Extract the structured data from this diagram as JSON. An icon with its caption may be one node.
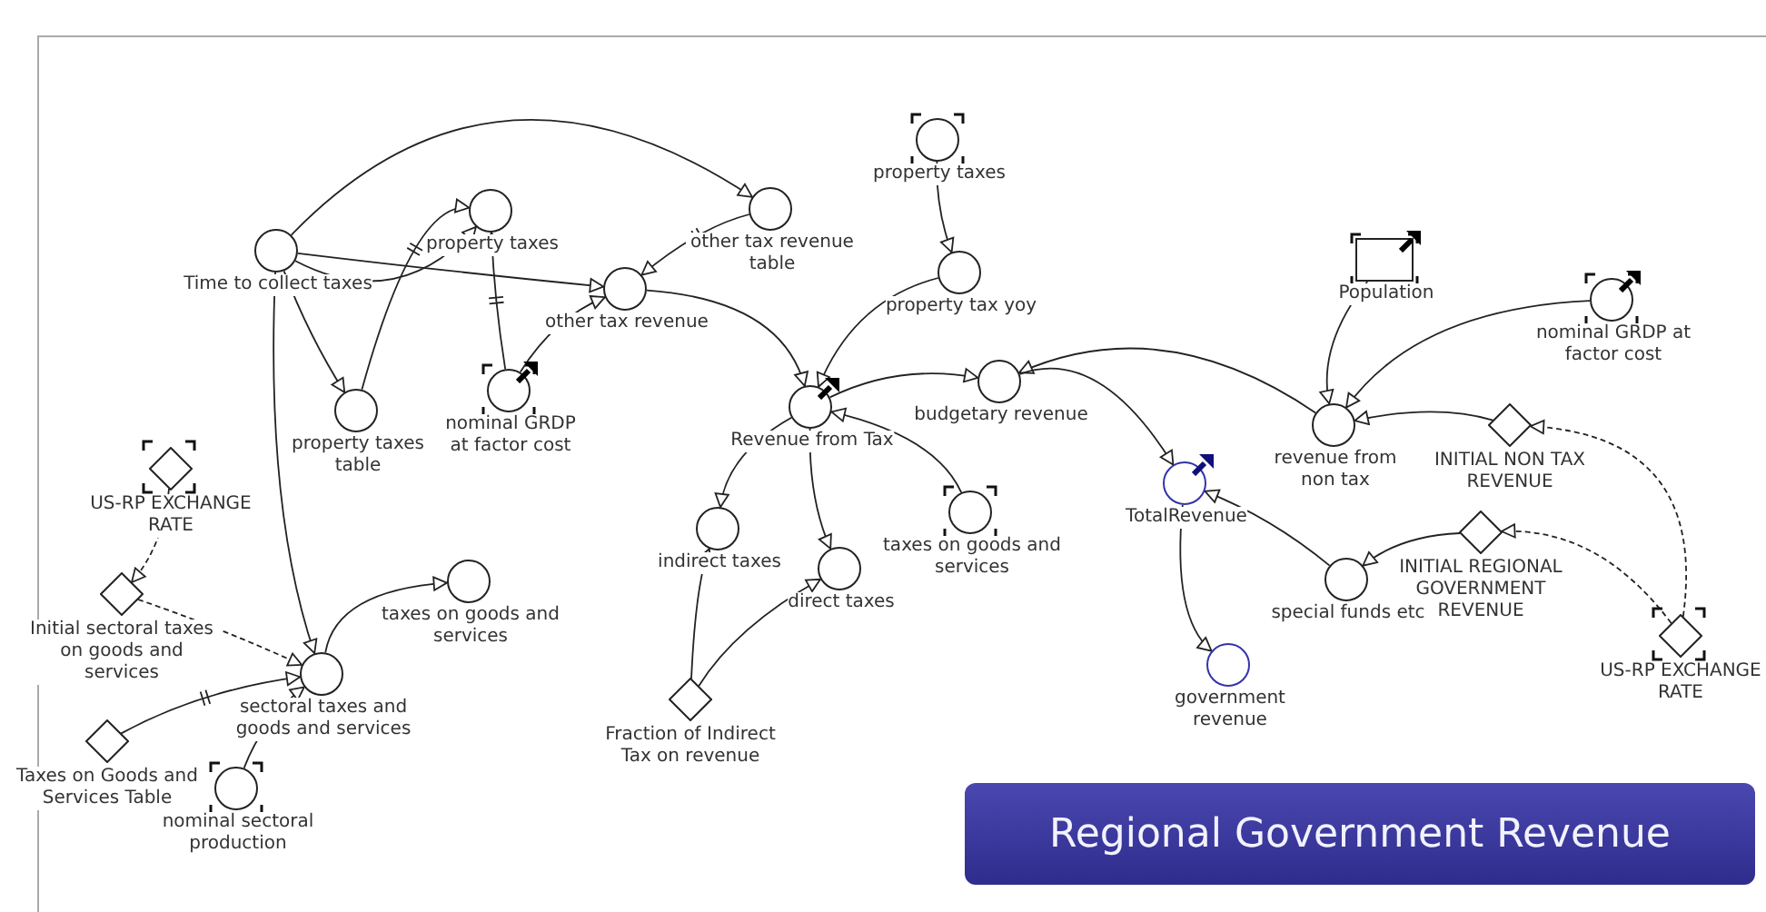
{
  "diagram": {
    "title": "Regional Government Revenue",
    "nodes": [
      {
        "text": [
          "Time to collect taxes"
        ]
      },
      {
        "text": [
          "property taxes"
        ]
      },
      {
        "text": [
          "property taxes table"
        ]
      },
      {
        "text": [
          "nominal GRDP at factor cost"
        ]
      },
      {
        "text": [
          "other tax revenue table"
        ]
      },
      {
        "text": [
          "other tax revenue"
        ]
      },
      {
        "text": [
          "US-RP EXCHANGE RATE"
        ]
      },
      {
        "text": [
          "Initial sectoral taxes on goods and services"
        ]
      },
      {
        "text": [
          "Taxes on Goods and Services Table"
        ]
      },
      {
        "text": [
          "nominal sectoral production"
        ]
      },
      {
        "text": [
          "sectoral taxes and goods and services"
        ]
      },
      {
        "text": [
          "taxes on goods and services"
        ]
      },
      {
        "text": [
          "property taxes"
        ]
      },
      {
        "text": [
          "property tax yoy"
        ]
      },
      {
        "text": [
          "Revenue from Tax"
        ]
      },
      {
        "text": [
          "budgetary revenue"
        ]
      },
      {
        "text": [
          "indirect taxes"
        ]
      },
      {
        "text": [
          "direct taxes"
        ]
      },
      {
        "text": [
          "taxes on goods and services"
        ]
      },
      {
        "text": [
          "Fraction of Indirect Tax on revenue"
        ]
      },
      {
        "text": [
          "Population"
        ]
      },
      {
        "text": [
          "nominal GRDP at factor cost"
        ]
      },
      {
        "text": [
          "revenue from non tax"
        ]
      },
      {
        "text": [
          "INITIAL NON TAX REVENUE"
        ]
      },
      {
        "text": [
          "TotalRevenue"
        ]
      },
      {
        "text": [
          "INITIAL REGIONAL GOVERNMENT REVENUE"
        ]
      },
      {
        "text": [
          "special funds etc"
        ]
      },
      {
        "text": [
          "US-RP EXCHANGE RATE"
        ]
      },
      {
        "text": [
          "government revenue"
        ]
      }
    ],
    "edges": [
      {
        "from": 0,
        "to": 4,
        "arrow": "to"
      },
      {
        "from": 0,
        "to": 5,
        "arrow": "to"
      },
      {
        "from": 0,
        "to": 1,
        "arrow": "to"
      },
      {
        "from": 0,
        "to": 2,
        "arrow": "to"
      },
      {
        "from": 2,
        "to": 1,
        "arrow": "to"
      },
      {
        "from": 3,
        "to": 1,
        "arrow": "to"
      },
      {
        "from": 3,
        "to": 5,
        "arrow": "to"
      },
      {
        "from": 4,
        "to": 5,
        "arrow": "to"
      },
      {
        "from": 5,
        "to": 14,
        "arrow": "to"
      },
      {
        "from": 12,
        "to": 13,
        "arrow": "to"
      },
      {
        "from": 13,
        "to": 14,
        "arrow": "to"
      },
      {
        "from": 14,
        "to": 15,
        "arrow": "to"
      },
      {
        "from": 18,
        "to": 14,
        "arrow": "to"
      },
      {
        "from": 14,
        "to": 16,
        "arrow": "to"
      },
      {
        "from": 14,
        "to": 17,
        "arrow": "to"
      },
      {
        "from": 19,
        "to": 16,
        "arrow": "to"
      },
      {
        "from": 19,
        "to": 17,
        "arrow": "to"
      },
      {
        "from": 22,
        "to": 15,
        "arrow": "to"
      },
      {
        "from": 15,
        "to": 24,
        "arrow": "to"
      },
      {
        "from": 20,
        "to": 22,
        "arrow": "to"
      },
      {
        "from": 21,
        "to": 22,
        "arrow": "to"
      },
      {
        "from": 23,
        "to": 22,
        "arrow": "to"
      },
      {
        "from": 25,
        "to": 26,
        "arrow": "to"
      },
      {
        "from": 26,
        "to": 24,
        "arrow": "to"
      },
      {
        "from": 27,
        "to": 23,
        "arrow": "to",
        "style": "dashed"
      },
      {
        "from": 27,
        "to": 25,
        "arrow": "to",
        "style": "dashed"
      },
      {
        "from": 24,
        "to": 28,
        "arrow": "to"
      },
      {
        "from": 6,
        "to": 7,
        "arrow": "to",
        "style": "dashed"
      },
      {
        "from": 7,
        "to": 10,
        "arrow": "to",
        "style": "dashed"
      },
      {
        "from": 8,
        "to": 10,
        "arrow": "to"
      },
      {
        "from": 9,
        "to": 10,
        "arrow": "to"
      },
      {
        "from": 0,
        "to": 10,
        "arrow": "to"
      },
      {
        "from": 10,
        "to": 11,
        "arrow": "to"
      }
    ]
  }
}
